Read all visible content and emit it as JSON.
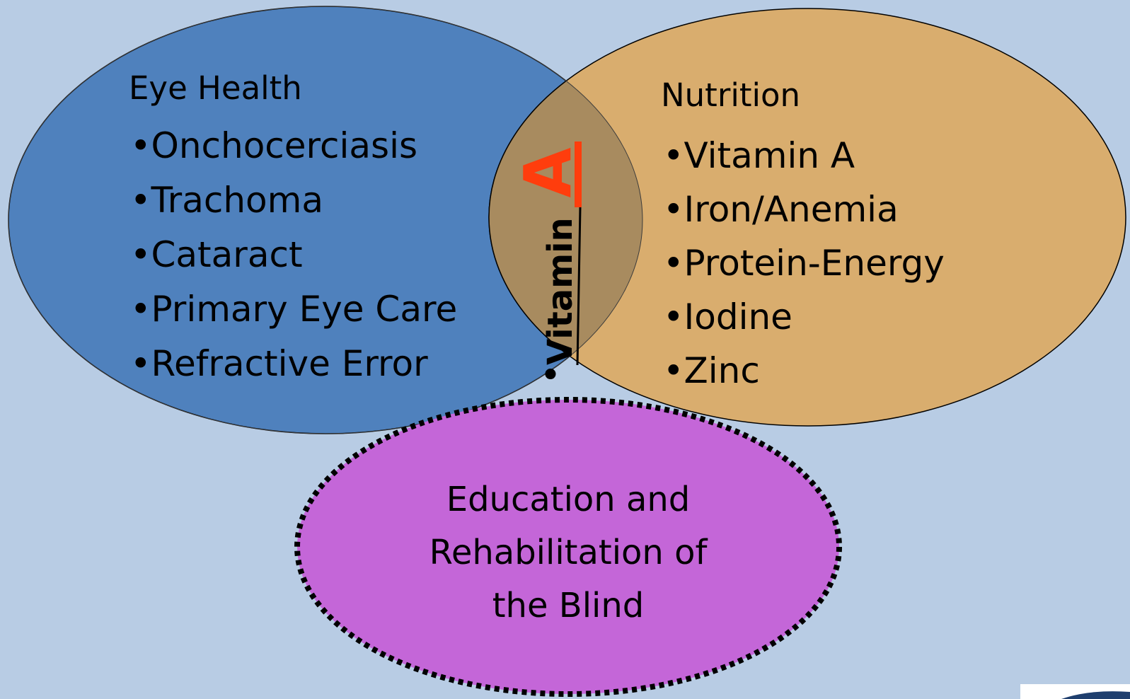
{
  "colors": {
    "background": "#b8cce4",
    "eye_health_fill": "#4f81bd",
    "nutrition_fill": "#d9ad6e",
    "overlap_fill": "#a88b5f",
    "education_fill": "#c466d8",
    "flag_accent": "#ff3d0d"
  },
  "eye_health": {
    "title": "Eye Health",
    "items": [
      "•Onchocerciasis",
      "•Trachoma",
      "•Cataract",
      "•Primary Eye Care",
      "•Refractive Error"
    ]
  },
  "nutrition": {
    "title": "Nutrition",
    "items": [
      "•Vitamin A",
      "•Iron/Anemia",
      "•Protein-Energy",
      "•Iodine",
      "•Zinc"
    ]
  },
  "overlap": {
    "label": "Vitamin",
    "bullet": "•",
    "flag_letter": "A"
  },
  "education": {
    "lines": [
      "Education and",
      "Rehabilitation of",
      "the Blind"
    ]
  }
}
